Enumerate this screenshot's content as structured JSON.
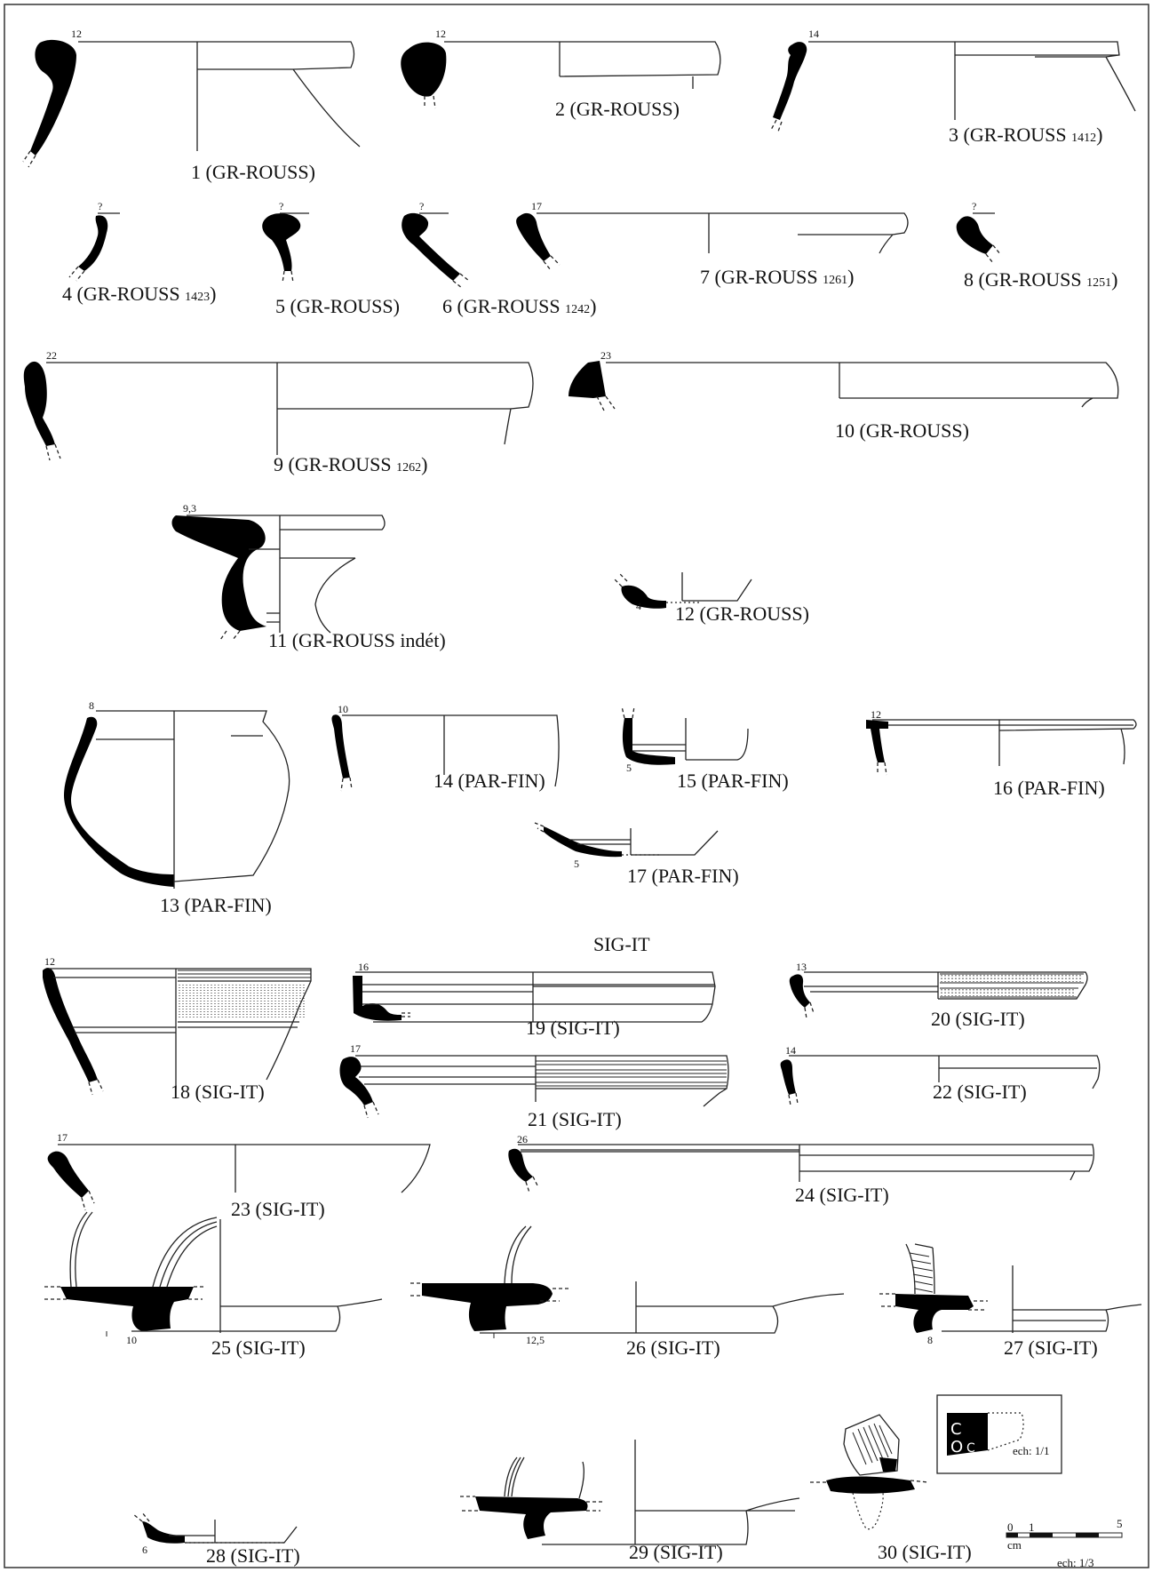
{
  "plate": {
    "section_header": "SIG-IT",
    "figures": [
      {
        "num": "1",
        "type": "GR-ROUSS",
        "ref": "",
        "diameter": "12"
      },
      {
        "num": "2",
        "type": "GR-ROUSS",
        "ref": "",
        "diameter": "12"
      },
      {
        "num": "3",
        "type": "GR-ROUSS",
        "ref": "1412",
        "diameter": "14"
      },
      {
        "num": "4",
        "type": "GR-ROUSS",
        "ref": "1423",
        "diameter": "?"
      },
      {
        "num": "5",
        "type": "GR-ROUSS",
        "ref": "",
        "diameter": "?"
      },
      {
        "num": "6",
        "type": "GR-ROUSS",
        "ref": "1242",
        "diameter": "?"
      },
      {
        "num": "7",
        "type": "GR-ROUSS",
        "ref": "1261",
        "diameter": "17"
      },
      {
        "num": "8",
        "type": "GR-ROUSS",
        "ref": "1251",
        "diameter": "?"
      },
      {
        "num": "9",
        "type": "GR-ROUSS",
        "ref": "1262",
        "diameter": "22"
      },
      {
        "num": "10",
        "type": "GR-ROUSS",
        "ref": "",
        "diameter": "23"
      },
      {
        "num": "11",
        "type": "GR-ROUSS indét",
        "ref": "",
        "diameter": "9,3"
      },
      {
        "num": "12",
        "type": "GR-ROUSS",
        "ref": "",
        "diameter": "4"
      },
      {
        "num": "13",
        "type": "PAR-FIN",
        "ref": "",
        "diameter": "8"
      },
      {
        "num": "14",
        "type": "PAR-FIN",
        "ref": "",
        "diameter": "10"
      },
      {
        "num": "15",
        "type": "PAR-FIN",
        "ref": "",
        "diameter": "5"
      },
      {
        "num": "16",
        "type": "PAR-FIN",
        "ref": "",
        "diameter": "12"
      },
      {
        "num": "17",
        "type": "PAR-FIN",
        "ref": "",
        "diameter": "5"
      },
      {
        "num": "18",
        "type": "SIG-IT",
        "ref": "",
        "diameter": "12"
      },
      {
        "num": "19",
        "type": "SIG-IT",
        "ref": "",
        "diameter": "16"
      },
      {
        "num": "20",
        "type": "SIG-IT",
        "ref": "",
        "diameter": "13"
      },
      {
        "num": "21",
        "type": "SIG-IT",
        "ref": "",
        "diameter": "17"
      },
      {
        "num": "22",
        "type": "SIG-IT",
        "ref": "",
        "diameter": "14"
      },
      {
        "num": "23",
        "type": "SIG-IT",
        "ref": "",
        "diameter": "17"
      },
      {
        "num": "24",
        "type": "SIG-IT",
        "ref": "",
        "diameter": "26"
      },
      {
        "num": "25",
        "type": "SIG-IT",
        "ref": "",
        "diameter": "10"
      },
      {
        "num": "26",
        "type": "SIG-IT",
        "ref": "",
        "diameter": "12,5"
      },
      {
        "num": "27",
        "type": "SIG-IT",
        "ref": "",
        "diameter": "8"
      },
      {
        "num": "28",
        "type": "SIG-IT",
        "ref": "",
        "diameter": "6"
      },
      {
        "num": "29",
        "type": "SIG-IT",
        "ref": "",
        "diameter": ""
      },
      {
        "num": "30",
        "type": "SIG-IT",
        "ref": "",
        "diameter": ""
      }
    ],
    "stamp_scale": "ech: 1/1",
    "scale_bar": {
      "zero": "0",
      "one": "1",
      "five": "5",
      "unit": "cm",
      "ratio": "ech: 1/3"
    }
  }
}
